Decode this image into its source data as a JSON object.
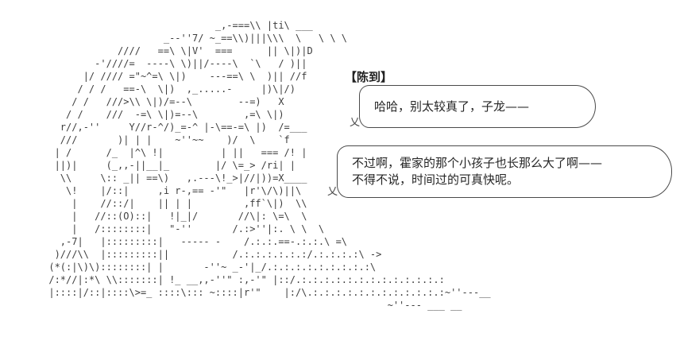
{
  "scene": {
    "background_color": "#ffffff",
    "ink_color": "#3d3d3d",
    "text_color": "#262626"
  },
  "character": {
    "name_label": "【陈到】",
    "art_lines": [
      "                                   _,-===\\\\ |ti\\ ___",
      "                          _--''7/ ~_==\\\\)|||\\\\\\  \\   \\ \\ \\",
      "                  ////   ==\\ \\|V'  ===      || \\|)|D",
      "              -'////=  ----\\ \\)||/----\\  `\\   / )||",
      "            |/ //// =\"~^=\\ \\|)    ---==\\ \\  )|| //f",
      "           / / /   ==-\\  \\|)  ,_.....-     |)\\|/)",
      "          / /   ///>\\\\ \\|)/=--\\        --=)   X",
      "         / /    ///  -=\\ \\|)=--\\        ,=\\ \\|)",
      "        r//,-''     Y//r-^/)_=-^ |-\\==-=\\ |)  /=___",
      "        ///       )| | |    ~''~~    )/  \\    `f",
      "       | /      /_  |^\\ !|          | ||   === /! |",
      "       ||)|     (_,,-||__|_        |/ \\=_> /ri| |",
      "        \\\\     \\:: _|| ==\\)   ,.---\\!_>|//|))=X____",
      "         \\!    |/::|     ,i r-,== -'\"   |r'\\/\\)||\\",
      "          |    //::/|    || | |         ,ff`\\|)  \\\\",
      "          |   //::(O)::|   !|_|/       //\\|: \\=\\  \\",
      "          |   /::::::::|   \"-''       /.:>''|:. \\ \\  \\",
      "        ,-7|   |:::::::::|   ----- -    /.:.:.==-.:.:.\\ =\\",
      "       )///\\\\  |:::::::::||           /.:.:.:.:.:.:/.:.:.:.:\\ ->",
      "      (*(:|\\)\\)::::::::| |       -''~ _-'|_/.:.:.:.:.:.:.:.:.:\\",
      "      /:*//|:*\\ \\\\:::::::| !_ __,,-''\" :,-'\" |::/.:.:.:.:.:.:.:.:.:.:.:.:.:",
      "      |::::|/::|::::\\>=_ ::::\\::: ~::::|r'\"    |:/\\.:.:.:.:.:.:.:.:.:.:.:.:~''---__",
      "                                                                 ~''--- ___ __"
    ]
  },
  "dialogue": {
    "bubble1": {
      "line1": "哈哈，别太较真了，子龙——"
    },
    "bubble2": {
      "line1": "不过啊，霍家的那个小孩子也长那么大了啊——",
      "line2": "不得不说，时间过的可真快呢。"
    },
    "tail1": "乂",
    "tail2": "乂"
  }
}
